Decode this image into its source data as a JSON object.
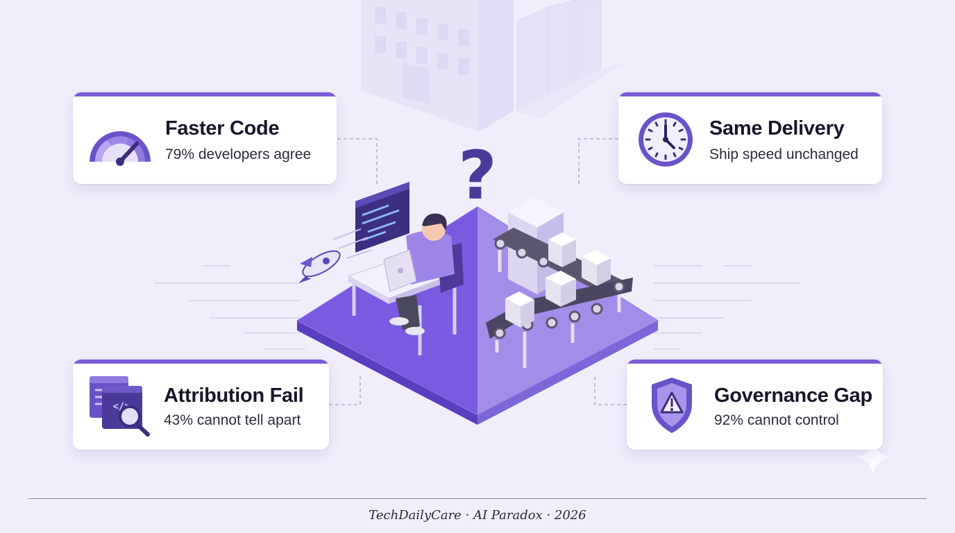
{
  "cards": {
    "faster_code": {
      "title": "Faster Code",
      "subtitle": "79% developers agree",
      "icon": "speedometer-icon"
    },
    "same_delivery": {
      "title": "Same Delivery",
      "subtitle": "Ship speed unchanged",
      "icon": "clock-icon"
    },
    "attribution_fail": {
      "title": "Attribution Fail",
      "subtitle": "43% cannot tell apart",
      "icon": "code-search-icon"
    },
    "governance_gap": {
      "title": "Governance Gap",
      "subtitle": "92% cannot control",
      "icon": "warning-shield-icon"
    }
  },
  "center": {
    "question_mark": "?",
    "code_window": "</>"
  },
  "footer": {
    "credit": "TechDailyCare · AI Paradox · 2026"
  },
  "colors": {
    "accent": "#7b5cd6",
    "accent_dark": "#4b3a9a",
    "background": "#f1eefb",
    "platform_left": "#7a5ae0",
    "platform_right": "#a28ee8"
  }
}
